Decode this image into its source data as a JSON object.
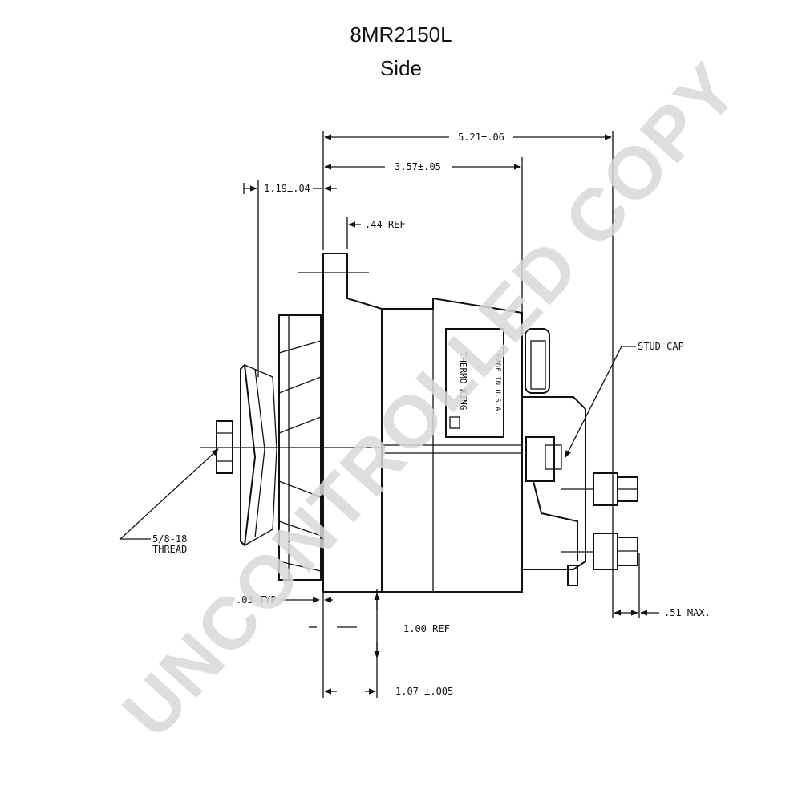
{
  "title": {
    "line1": "8MR2150L",
    "line2": "Side"
  },
  "dimensions": {
    "overall": "5.21±.06",
    "body": "3.57±.05",
    "pulley_offset": "1.19±.04",
    "ref_44": ".44 REF",
    "stud_cap": "STUD CAP",
    "thread_line1": "5/8-18",
    "thread_line2": "THREAD",
    "typ": ".03 TYP",
    "ref_100": "1.00 REF",
    "mount": "1.07 ±.005",
    "max_51": ".51 MAX."
  },
  "label_plate": {
    "brand": "THERMO KING",
    "made_in": "MADE IN U.S.A."
  },
  "watermark": "UNCONTROLLED COPY"
}
